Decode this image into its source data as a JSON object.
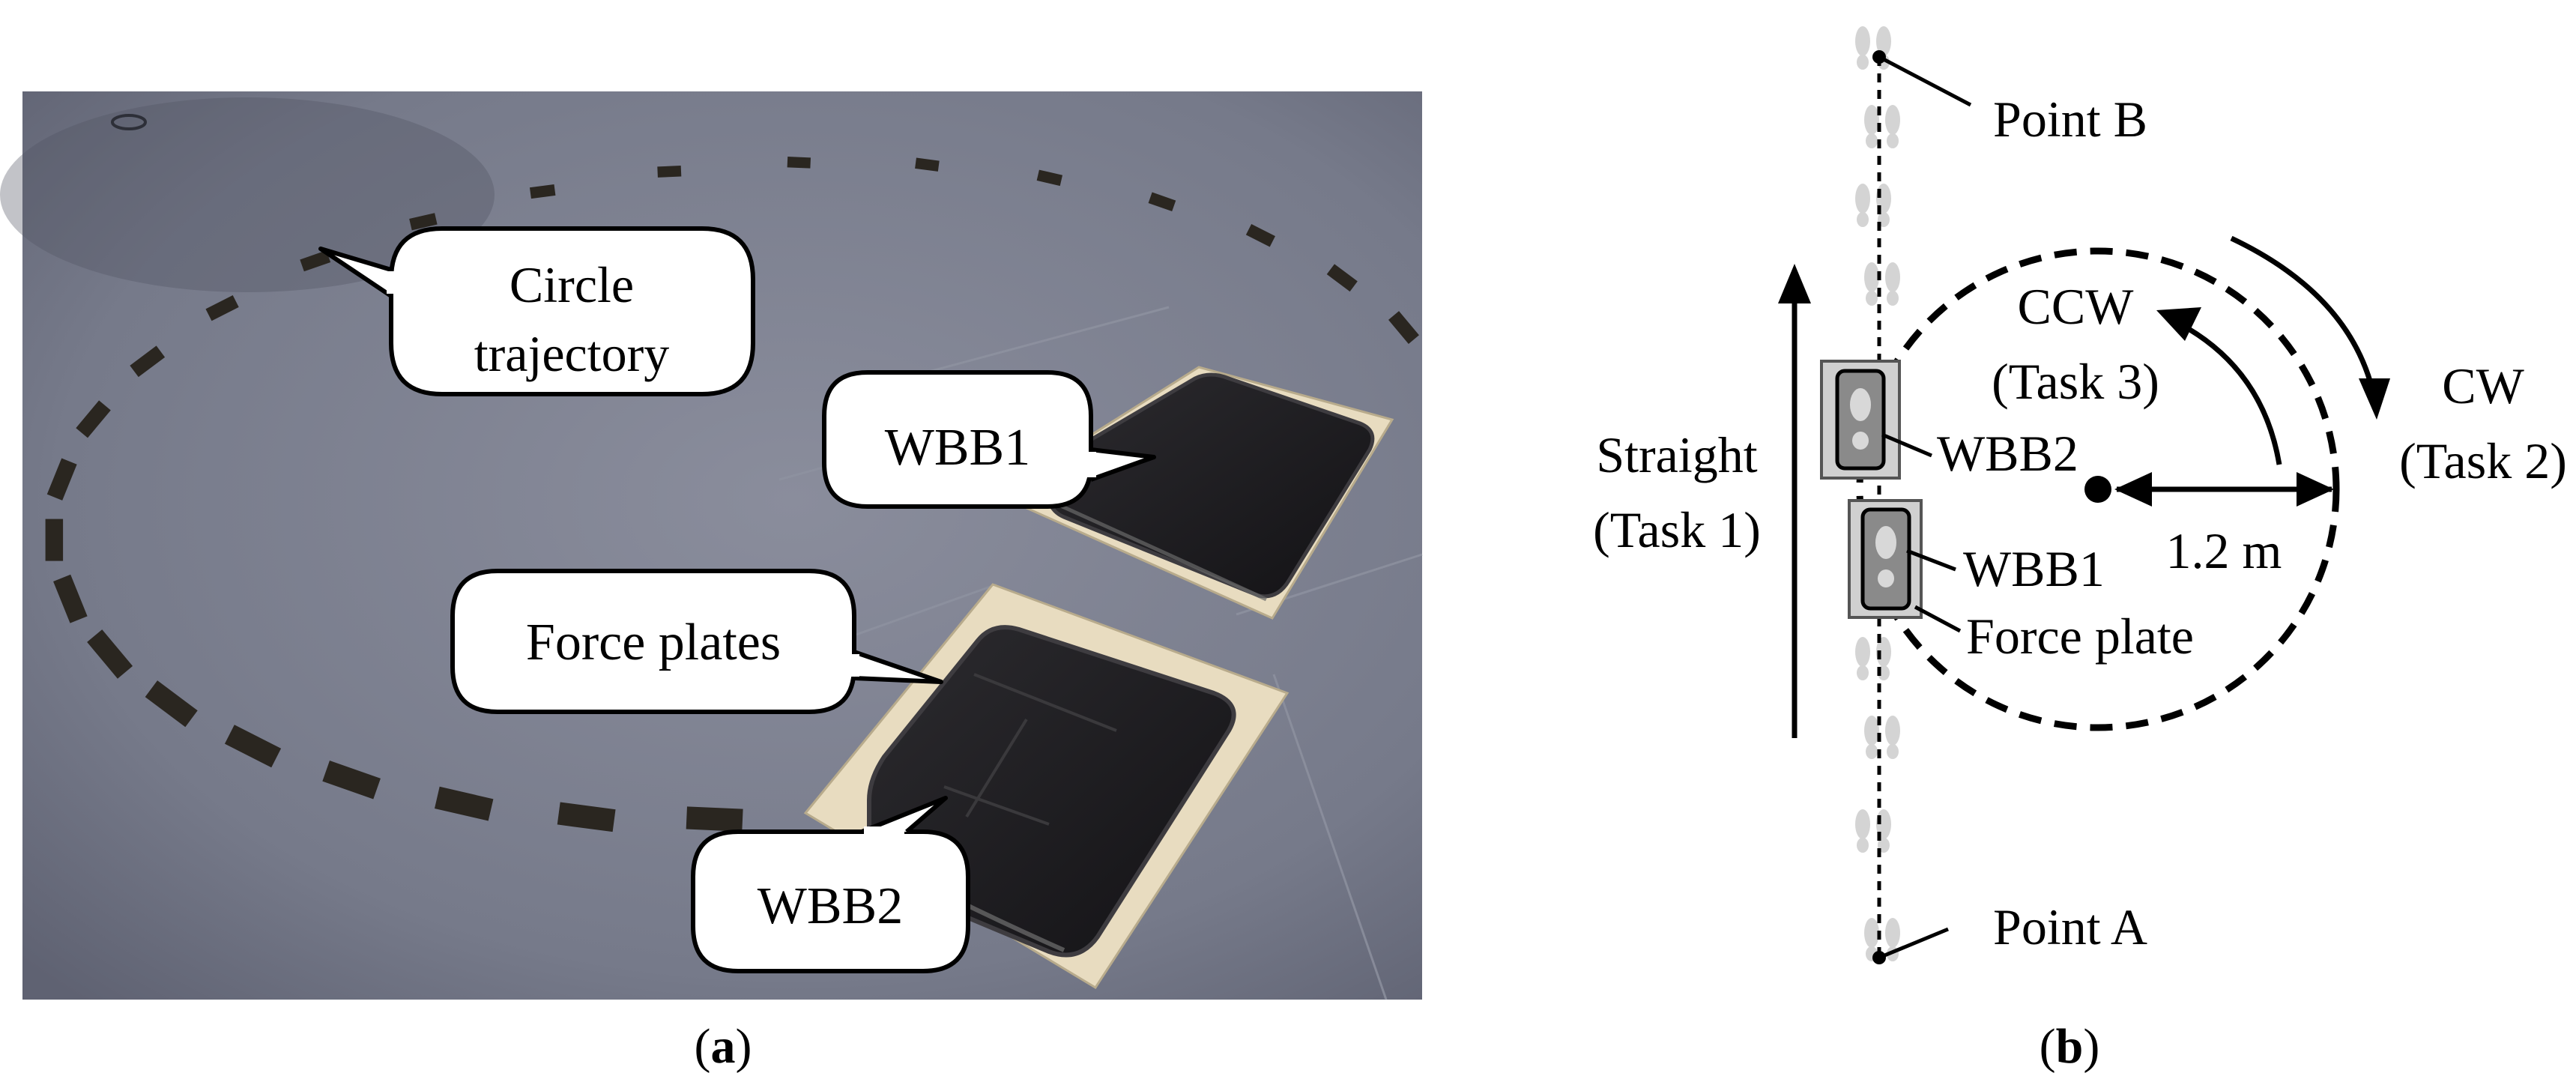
{
  "panel_a": {
    "caption_letter": "a",
    "callouts": {
      "circle_line1": "Circle",
      "circle_line2": "trajectory",
      "wbb1": "WBB1",
      "force_plates": "Force plates",
      "wbb2": "WBB2"
    }
  },
  "panel_b": {
    "caption_letter": "b",
    "labels": {
      "point_b": "Point B",
      "point_a": "Point A",
      "straight": "Straight",
      "task1": "(Task 1)",
      "ccw": "CCW",
      "task3": "(Task 3)",
      "cw": "CW",
      "task2": "(Task 2)",
      "wbb2": "WBB2",
      "wbb1": "WBB1",
      "radius": "1.2 m",
      "force_plate": "Force plate"
    }
  },
  "colors": {
    "carpet": "#7d8190",
    "tape": "#2a2620",
    "plate_frame": "#e8dcc0",
    "board": "#1f1e21",
    "callout_border": "#000000",
    "footprint": "#d4d4d4"
  }
}
